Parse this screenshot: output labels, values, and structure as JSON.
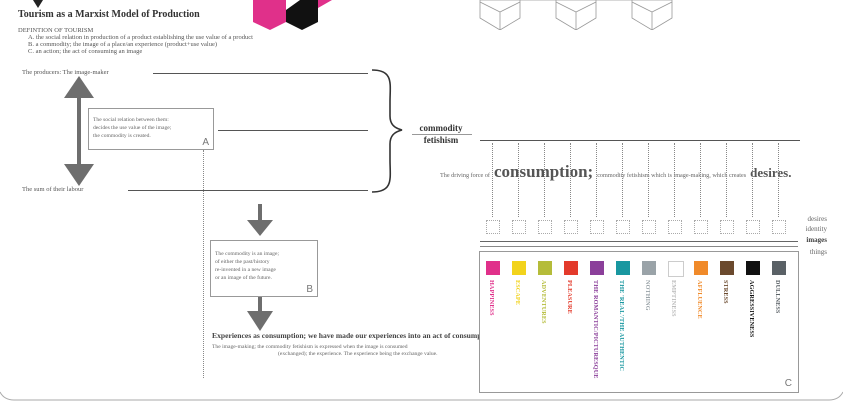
{
  "title": "Tourism as a Marxist Model of Production",
  "definition": {
    "heading": "DEFINTION OF TOURISM",
    "a": "A. the social relation in production of a product establishing the use value of a product",
    "b": "B. a commodity; the image of a place/an experience (product+use value)",
    "c": "C. an action; the act of consuming an image"
  },
  "left_diagram": {
    "producers": "The producers: The image-maker",
    "sum_labour": "The sum of their labour",
    "box_a_lines": [
      "The social relation between them:",
      "decides the use value of the image;",
      "the commodity is created."
    ],
    "box_a_letter": "A"
  },
  "brace_label": "commodity\nfetishism",
  "box_b": {
    "lines": [
      "The commodity is an image;",
      "of either the past/history",
      "re-invented in a new image",
      "or an image of the future."
    ],
    "letter": "B"
  },
  "experiences": {
    "heading": "Experiences as consumption; we have made our experiences into an act of consumption.",
    "line1": "The image-making; the commodity fetishism is expressed when the image is consumed",
    "line2": "(exchanged); the experience. The experience being the exchange value."
  },
  "driving_force": {
    "pre": "The driving force of",
    "consumption": "consumption;",
    "mid": "commodity fetishism which is image-making, which creates",
    "desires": "desires."
  },
  "legend": [
    "desires",
    "identity",
    "images",
    "things"
  ],
  "box_c_letter": "C",
  "swatches": [
    {
      "label": "HAPPINESS",
      "color": "#e0308a"
    },
    {
      "label": "ESCAPE",
      "color": "#f2d31c"
    },
    {
      "label": "ADVENTURES",
      "color": "#b5bc3a"
    },
    {
      "label": "PLEASURE",
      "color": "#e33a2b"
    },
    {
      "label": "THE ROMANTIC/PICTURESQUE",
      "color": "#8b3f9a"
    },
    {
      "label": "THE 'REAL'/THE AUTHENTIC",
      "color": "#1997a0"
    },
    {
      "label": "NOTHING",
      "color": "#9aa3a8"
    },
    {
      "label": "EMPTINESS",
      "color": "#ffffff"
    },
    {
      "label": "AFFLUENCE",
      "color": "#f08a2a"
    },
    {
      "label": "STRESS",
      "color": "#6b4a2e"
    },
    {
      "label": "AGGRESSIVENESS",
      "color": "#111111"
    },
    {
      "label": "DULLNESS",
      "color": "#5a6166"
    }
  ]
}
